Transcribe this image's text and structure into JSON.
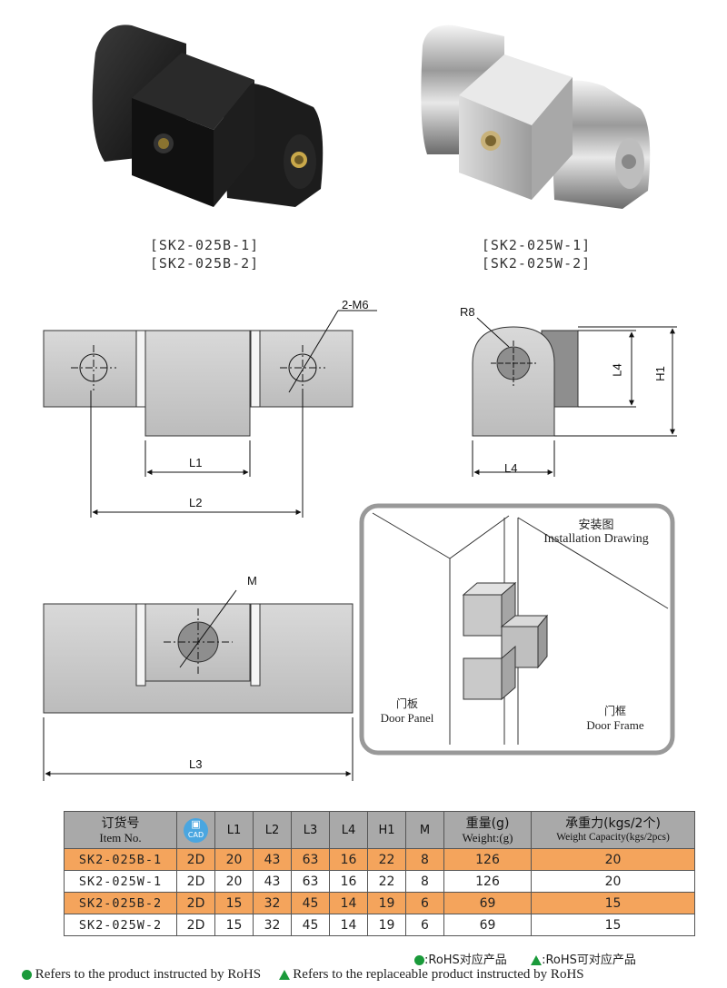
{
  "products": {
    "black": {
      "line1": "[SK2-025B-1]",
      "line2": "[SK2-025B-2]"
    },
    "white": {
      "line1": "[SK2-025W-1]",
      "line2": "[SK2-025W-2]"
    }
  },
  "dimensions": {
    "holes": "2-M6",
    "l1": "L1",
    "l2": "L2",
    "l3": "L3",
    "l4_side": "L4",
    "l4_bottom": "L4",
    "h1": "H1",
    "radius": "R8",
    "m": "M"
  },
  "installation": {
    "title_cn": "安装图",
    "title_en": "Installation Drawing",
    "door_panel_cn": "门板",
    "door_panel_en": "Door Panel",
    "door_frame_cn": "门框",
    "door_frame_en": "Door Frame"
  },
  "table": {
    "headers": {
      "item_cn": "订货号",
      "item_en": "Item No.",
      "cad": "CAD",
      "l1": "L1",
      "l2": "L2",
      "l3": "L3",
      "l4": "L4",
      "h1": "H1",
      "m": "M",
      "weight_cn": "重量(g)",
      "weight_en": "Weight:(g)",
      "capacity_cn": "承重力(kgs/2个)",
      "capacity_en": "Weight Capacity(kgs/2pcs)"
    },
    "rows": [
      {
        "code": "SK2-025B-1",
        "cad": "2D",
        "l1": "20",
        "l2": "43",
        "l3": "63",
        "l4": "16",
        "h1": "22",
        "m": "8",
        "weight": "126",
        "capacity": "20"
      },
      {
        "code": "SK2-025W-1",
        "cad": "2D",
        "l1": "20",
        "l2": "43",
        "l3": "63",
        "l4": "16",
        "h1": "22",
        "m": "8",
        "weight": "126",
        "capacity": "20"
      },
      {
        "code": "SK2-025B-2",
        "cad": "2D",
        "l1": "15",
        "l2": "32",
        "l3": "45",
        "l4": "14",
        "h1": "19",
        "m": "6",
        "weight": "69",
        "capacity": "15"
      },
      {
        "code": "SK2-025W-2",
        "cad": "2D",
        "l1": "15",
        "l2": "32",
        "l3": "45",
        "l4": "14",
        "h1": "19",
        "m": "6",
        "weight": "69",
        "capacity": "15"
      }
    ],
    "highlight_color": "#f4a45c",
    "header_color": "#a9a9a9"
  },
  "legend": {
    "rohs": ":RoHS对应产品",
    "rohs_replaceable": ":RoHS可对应产品"
  },
  "footer": {
    "rohs": "Refers to the product instructed by RoHS",
    "rohs_replaceable": "Refers to the replaceable product instructed by RoHS"
  },
  "icons": {
    "rohs": "green-dot-icon",
    "rohs_replaceable": "green-triangle-icon",
    "cad": "cad-file-icon"
  },
  "accent_green": "#1a9a3a"
}
